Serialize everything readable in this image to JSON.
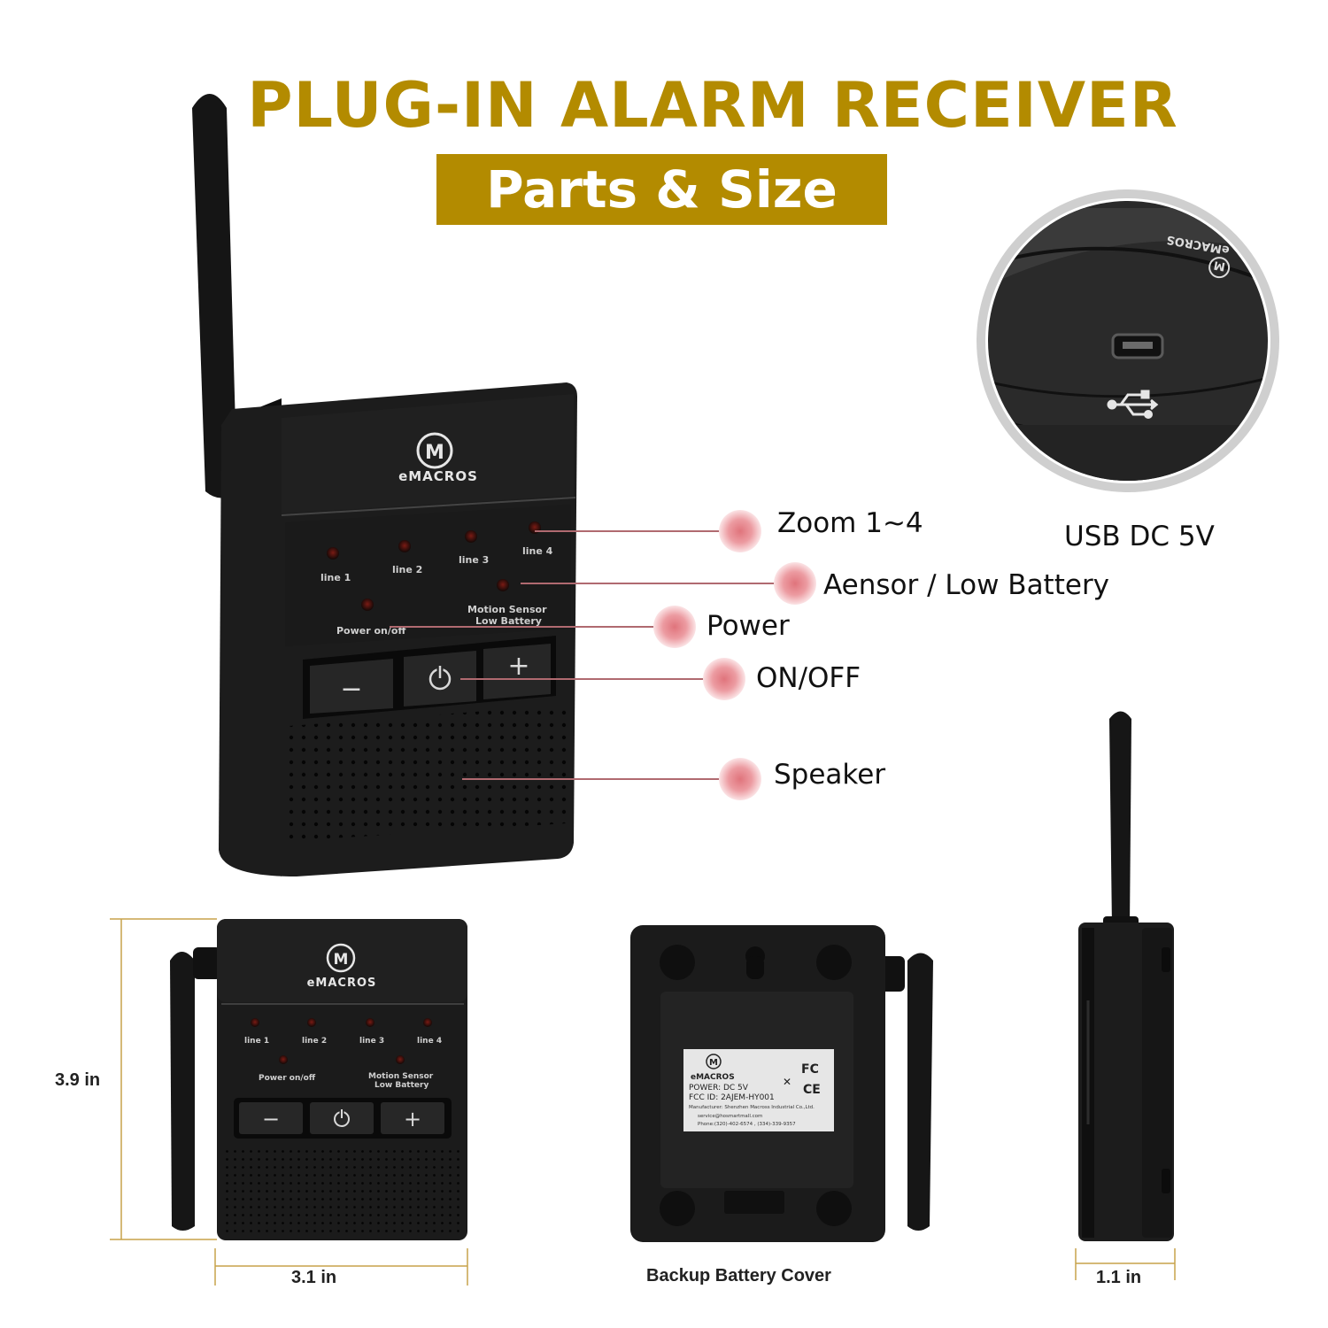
{
  "header": {
    "title": "PLUG-IN ALARM RECEIVER",
    "subtitle": "Parts & Size",
    "accent_color": "#b38b00"
  },
  "device": {
    "brand": "eMACROS",
    "led_labels": [
      "line 1",
      "line 2",
      "line 3",
      "line 4"
    ],
    "power_label": "Power on/off",
    "sensor_label": [
      "Motion  Sensor",
      "Low Battery"
    ],
    "buttons": [
      "−",
      "power-icon",
      "+"
    ]
  },
  "callouts": {
    "zoom": "Zoom 1~4",
    "sensor": "Aensor / Low Battery",
    "power": "Power",
    "onoff": "ON/OFF",
    "speaker": "Speaker",
    "usb": "USB DC 5V",
    "marker_color": "#e0747c"
  },
  "usb_zoom": {
    "brand": "eMACROS"
  },
  "back_label": {
    "brand": "eMACROS",
    "power": "POWER: DC 5V",
    "fcc": "FCC ID: 2AJEM-HY001",
    "manufacturer": "Manufacturer: Shenzhen Macross Industrial Co.,Ltd.",
    "email": "service@hosmartmall.com",
    "phone": "Phone:(320)-402-6574 , (334)-339-9357"
  },
  "dimensions": {
    "height": "3.9 in",
    "width": "3.1 in",
    "depth": "1.1 in",
    "back_caption": "Backup Battery Cover"
  }
}
